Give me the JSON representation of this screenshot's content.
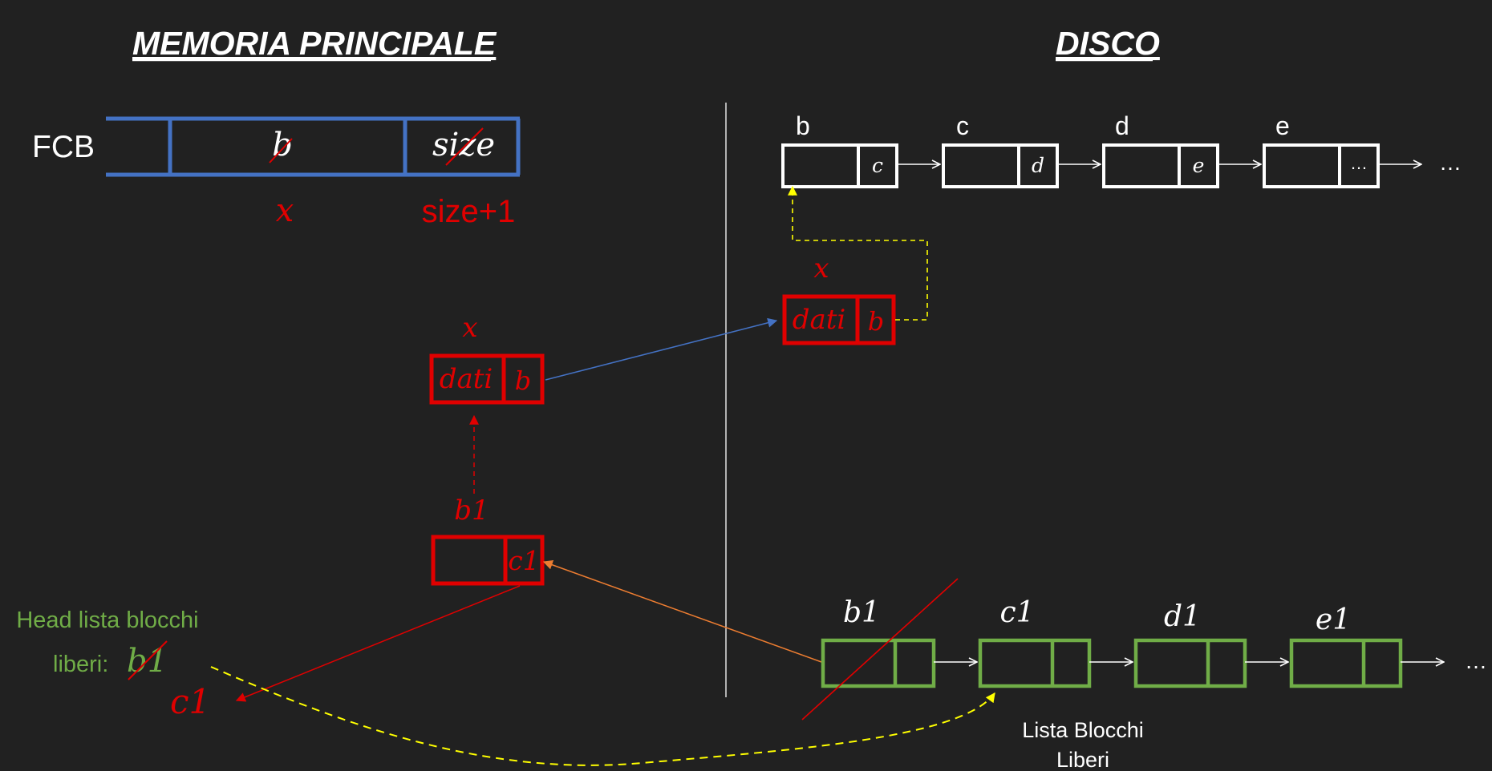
{
  "titles": {
    "memory": "MEMORIA PRINCIPALE",
    "disk": "DISCO"
  },
  "fcb": {
    "label": "FCB",
    "cell_b": "b",
    "cell_size": "size",
    "new_b": "x",
    "new_size": "size+1"
  },
  "memory_block_x": {
    "label": "x",
    "data": "dati",
    "ptr": "b"
  },
  "memory_block_b1": {
    "label": "b1",
    "ptr": "c1"
  },
  "head": {
    "line1": "Head lista blocchi",
    "line2": "liberi:",
    "old": "b1",
    "new": "c1"
  },
  "disk_list": {
    "nodes": [
      {
        "label": "b",
        "ptr": "c"
      },
      {
        "label": "c",
        "ptr": "d"
      },
      {
        "label": "d",
        "ptr": "e"
      },
      {
        "label": "e",
        "ptr": "…"
      }
    ],
    "tail": "…"
  },
  "disk_block_x": {
    "label": "x",
    "data": "dati",
    "ptr": "b"
  },
  "free_list": {
    "nodes": [
      {
        "label": "b1"
      },
      {
        "label": "c1"
      },
      {
        "label": "d1"
      },
      {
        "label": "e1"
      }
    ],
    "tail": "…",
    "caption_line1": "Lista Blocchi",
    "caption_line2": "Liberi"
  },
  "colors": {
    "background": "#212121",
    "fcb": "#4472c4",
    "red": "#e00000",
    "green": "#70ad47",
    "yellow": "#ffff00",
    "orange": "#ed7d31",
    "white": "#ffffff"
  }
}
